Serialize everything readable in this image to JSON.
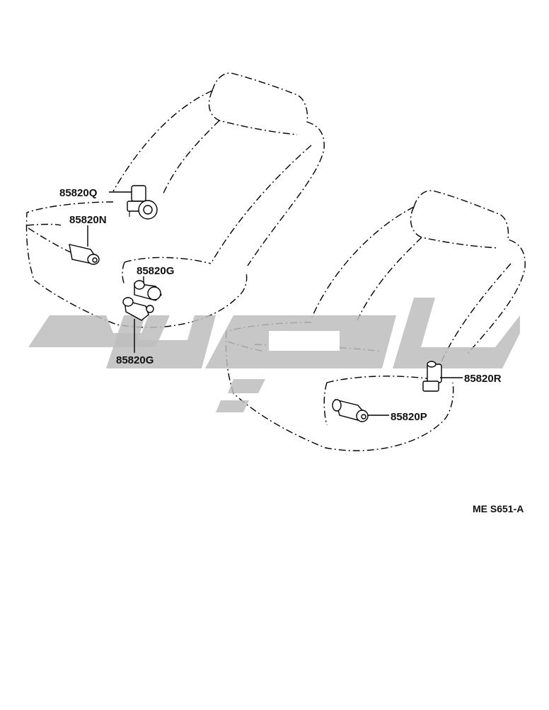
{
  "parts": {
    "q": "85820Q",
    "n": "85820N",
    "g_upper": "85820G",
    "g_lower": "85820G",
    "r": "85820R",
    "p": "85820P"
  },
  "diagram_code": "ME S651-A"
}
